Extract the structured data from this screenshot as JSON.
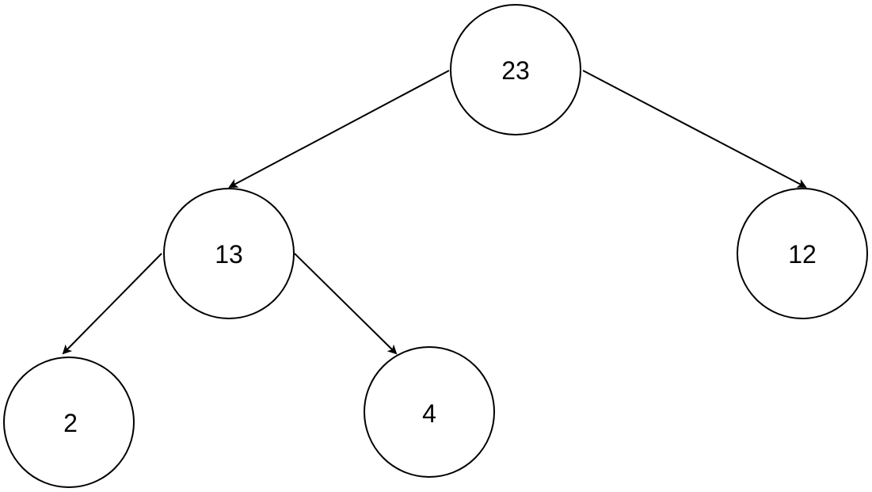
{
  "tree": {
    "nodes": [
      {
        "id": "root",
        "label": "23"
      },
      {
        "id": "left",
        "label": "13"
      },
      {
        "id": "right",
        "label": "12"
      },
      {
        "id": "left-left",
        "label": "2"
      },
      {
        "id": "left-right",
        "label": "4"
      }
    ],
    "edges": [
      {
        "from": "root",
        "to": "left"
      },
      {
        "from": "root",
        "to": "right"
      },
      {
        "from": "left",
        "to": "left-left"
      },
      {
        "from": "left",
        "to": "left-right"
      }
    ]
  },
  "colors": {
    "stroke": "#000000",
    "fill": "#ffffff"
  }
}
